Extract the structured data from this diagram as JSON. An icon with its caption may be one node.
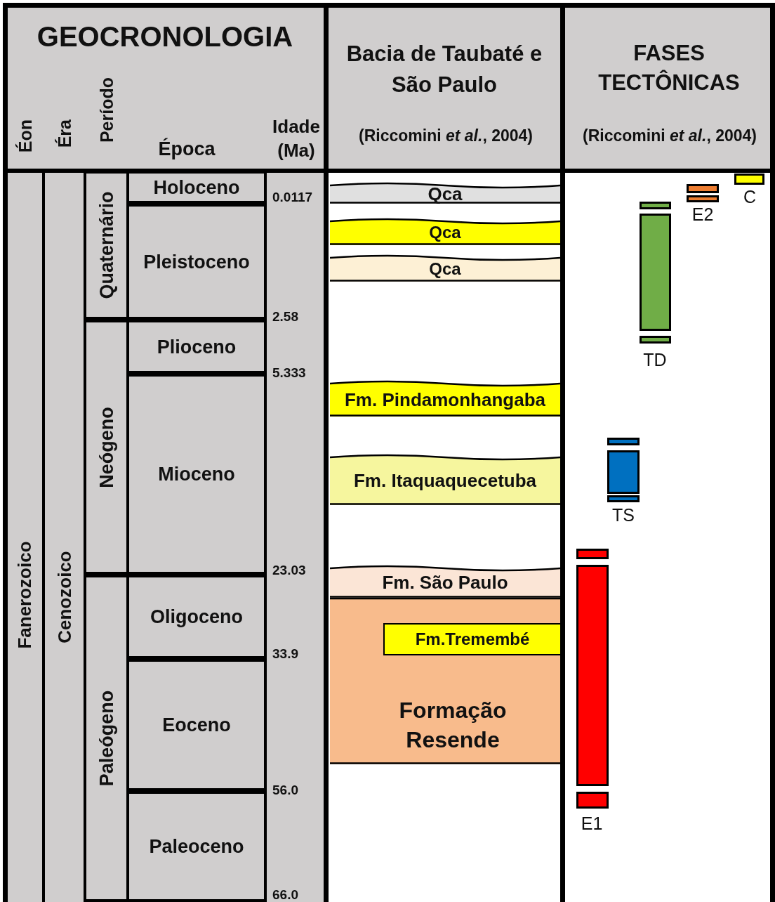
{
  "diagram": {
    "nodes": [
      {
        "text": [
          "Fanerozoico"
        ]
      },
      {
        "text": [
          "Cenozoico"
        ]
      },
      {
        "text": [
          "Quaternário"
        ]
      },
      {
        "text": [
          "Neógeno"
        ]
      },
      {
        "text": [
          "Paleógeno"
        ]
      },
      {
        "text": [
          "Holoceno"
        ]
      },
      {
        "text": [
          "Pleistoceno"
        ]
      },
      {
        "text": [
          "Plioceno"
        ]
      },
      {
        "text": [
          "Mioceno"
        ]
      },
      {
        "text": [
          "Oligoceno"
        ]
      },
      {
        "text": [
          "Eoceno"
        ]
      },
      {
        "text": [
          "Paleoceno"
        ]
      },
      {
        "text": [
          "Qca"
        ]
      },
      {
        "text": [
          "Qca"
        ]
      },
      {
        "text": [
          "Qca"
        ]
      },
      {
        "text": [
          "Fm. Pindamonhangaba"
        ]
      },
      {
        "text": [
          "Fm. Itaquaquecetuba"
        ]
      },
      {
        "text": [
          "Fm. São Paulo"
        ]
      },
      {
        "text": [
          "Formação Resende"
        ]
      },
      {
        "text": [
          "Fm.Tremembé"
        ],
        "in": 18
      },
      {
        "text": [],
        "shape": "bar",
        "beside": [
          "C"
        ]
      },
      {
        "text": [],
        "shape": "bar",
        "beside": [
          "E2"
        ]
      },
      {
        "text": [],
        "shape": "bar",
        "beside": [
          "TD"
        ]
      },
      {
        "text": [],
        "shape": "bar",
        "beside": [
          "TS"
        ]
      },
      {
        "text": [],
        "shape": "bar",
        "beside": [
          "E1"
        ]
      }
    ],
    "labels": [
      "GEOCRONOLOGIA",
      "Bacia de Taubaté e São Paulo",
      "FASES TECTÔNICAS",
      "Éon",
      "Éra",
      "Período",
      "Época",
      "Idade (Ma)",
      "(Riccomini *et al.*, 2004)",
      "(Riccomini *et al.*, 2004)",
      "0.0117",
      "2.58",
      "5.333",
      "23.03",
      "33.9",
      "56.0",
      "66.0"
    ]
  }
}
